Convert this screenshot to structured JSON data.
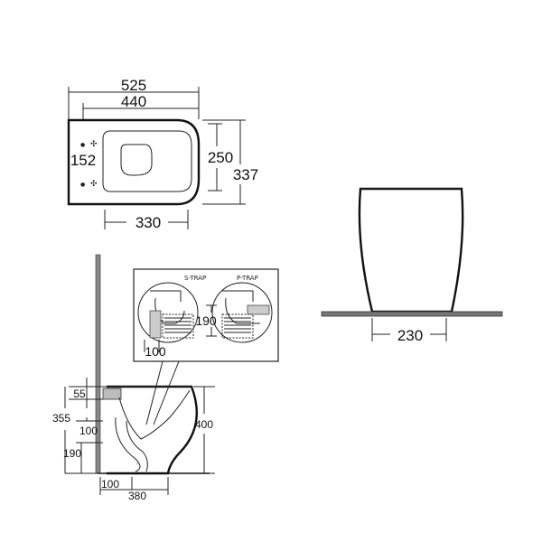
{
  "plan_view": {
    "overall_width": "525",
    "inner_width": "440",
    "fixing_spacing": "152",
    "inner_depth": "250",
    "overall_depth": "337",
    "seat_width": "330"
  },
  "front_view": {
    "base_width": "230"
  },
  "side_view": {
    "rim_offset": "55",
    "floor_to_inlet": "355",
    "inlet_to_outlet": "100",
    "outlet_height": "190",
    "overall_height": "400",
    "wall_to_outlet": "100",
    "projection": "380"
  },
  "trap_detail": {
    "s_trap_label": "S-TRAP",
    "p_trap_label": "P-TRAP",
    "p_trap_height": "190",
    "s_trap_offset": "100"
  }
}
